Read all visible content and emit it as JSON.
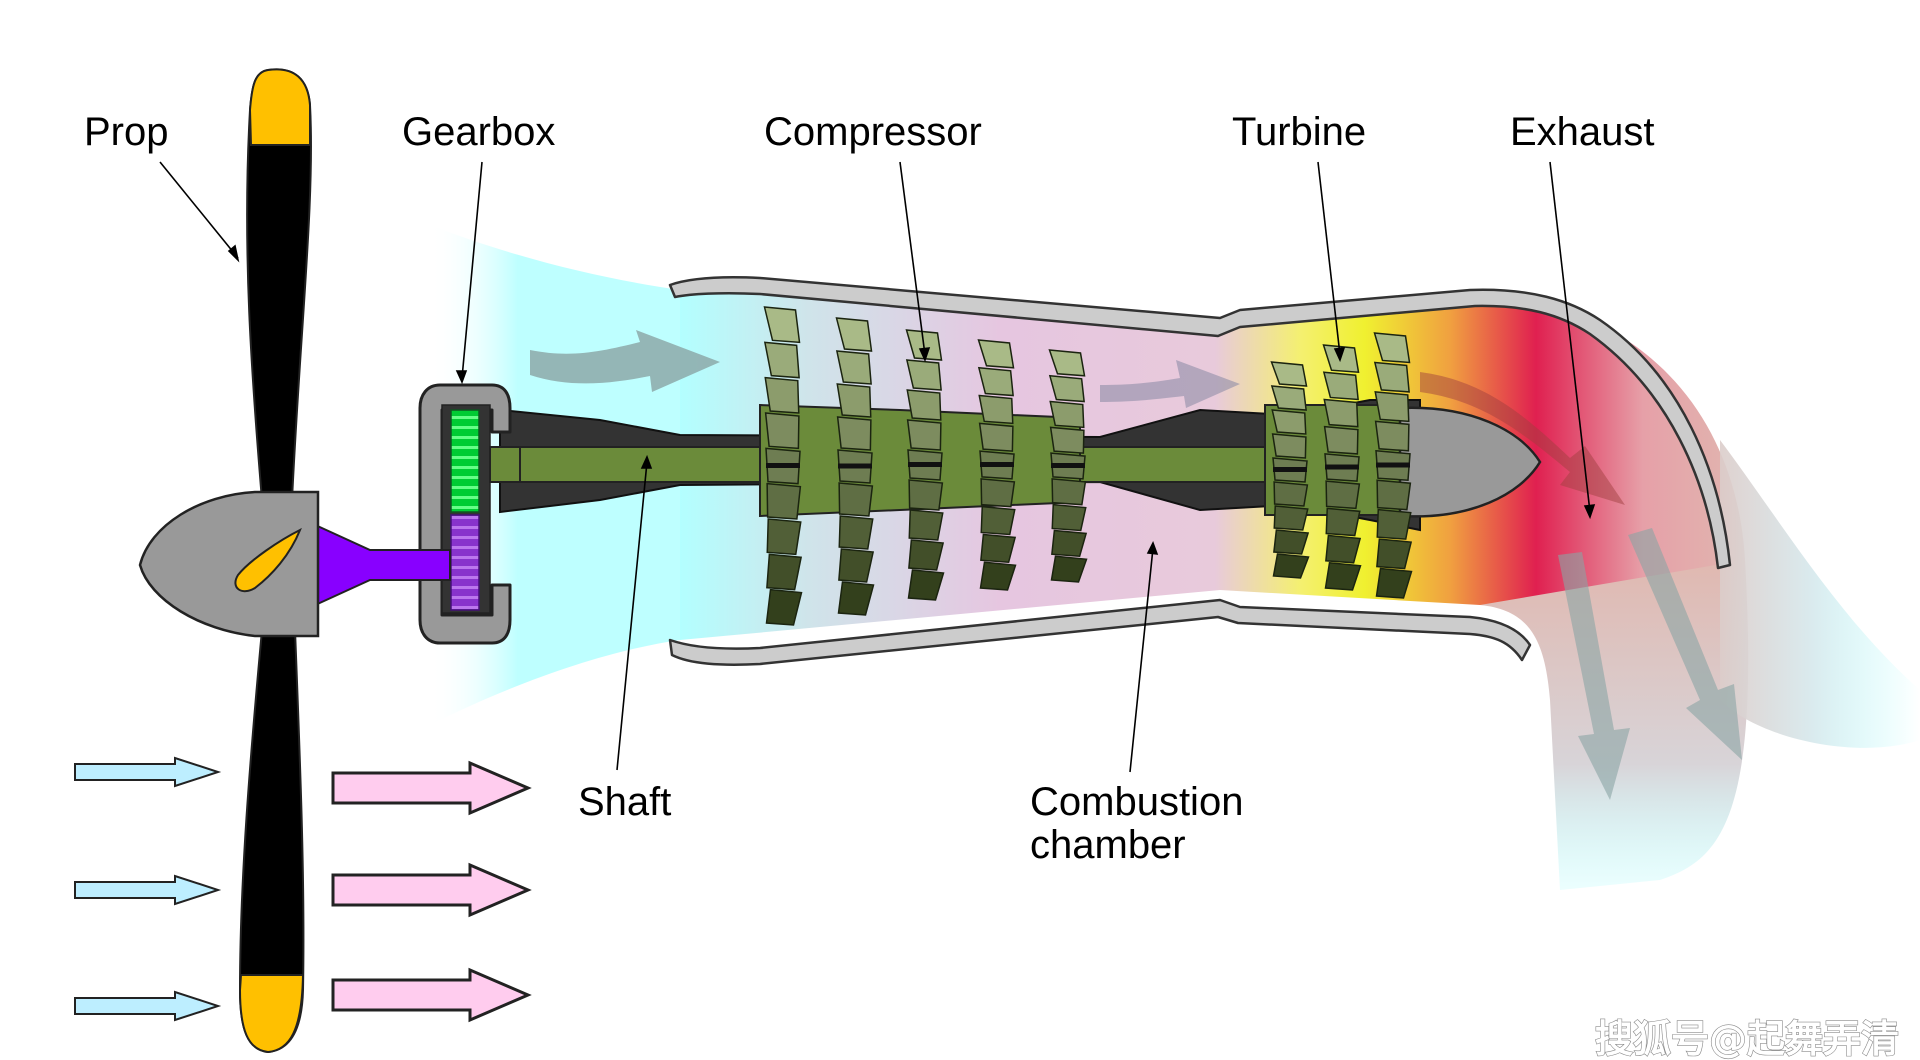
{
  "labels": {
    "prop": "Prop",
    "gearbox": "Gearbox",
    "compressor": "Compressor",
    "turbine": "Turbine",
    "exhaust": "Exhaust",
    "shaft": "Shaft",
    "combustion_line1": "Combustion",
    "combustion_line2": "chamber"
  },
  "watermark": "搜狐号@起舞弄清",
  "colors": {
    "propeller_blade": "#000000",
    "propeller_tip": "#ffc000",
    "spinner": "#999999",
    "drive_shaft": "#8800ff",
    "gear_green": "#00cc33",
    "gear_purple": "#8833cc",
    "engine_casing": "#cccccc",
    "core": "#333333",
    "shaft_green": "#6b8b3a",
    "blade_light": "#a9ba87",
    "blade_dark": "#33401c",
    "intake_air": "#b3ffff",
    "compressed_air": "#e6c6e0",
    "hot_gas_yellow": "#f0f030",
    "hot_gas_red": "#e02050",
    "exhaust_gas": "#e0b8b0",
    "flow_arrow": "#8aa4a4",
    "incoming_air_arrow": "#bdeeff",
    "thrust_arrow": "#ffccee"
  }
}
